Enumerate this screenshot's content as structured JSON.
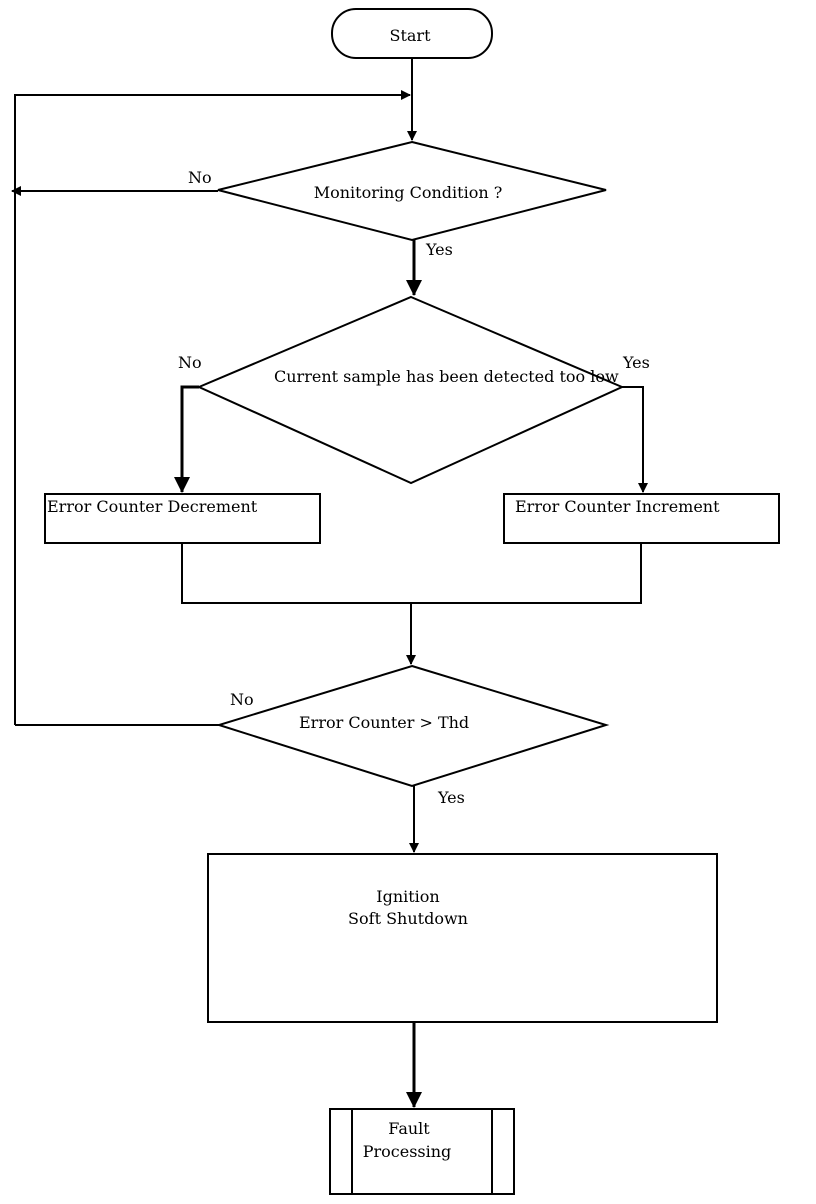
{
  "flowchart": {
    "start": "Start",
    "decision_monitoring": "Monitoring Condition ?",
    "decision_monitoring_no": "No",
    "decision_monitoring_yes": "Yes",
    "decision_sample": "Current sample has been detected too low",
    "decision_sample_no": "No",
    "decision_sample_yes": "Yes",
    "process_decrement": "Error Counter Decrement",
    "process_increment": "Error Counter Increment",
    "decision_threshold": "Error Counter >  Thd",
    "decision_threshold_no": "No",
    "decision_threshold_yes": "Yes",
    "process_action_line1": "Ignition",
    "process_action_line2": "Soft Shutdown",
    "predefined_line1": "Fault",
    "predefined_line2": "Processing"
  }
}
